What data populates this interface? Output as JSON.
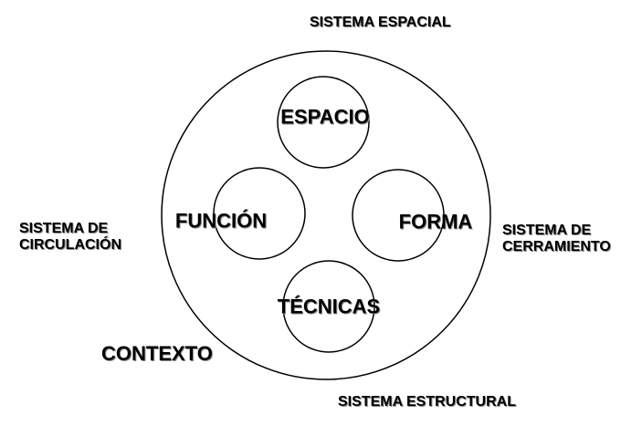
{
  "diagram": {
    "outer_label": "CONTEXTO",
    "inner_nodes": {
      "top": "ESPACIO",
      "left": "FUNCIÓN",
      "right": "FORMA",
      "bottom": "TÉCNICAS"
    },
    "systems": {
      "top": "SISTEMA ESPACIAL",
      "left_line1": "SISTEMA DE",
      "left_line2": "CIRCULACIÓN",
      "right_line1": "SISTEMA DE",
      "right_line2": "CERRAMIENTO",
      "bottom": "SISTEMA ESTRUCTURAL"
    },
    "colors": {
      "stroke": "#000000",
      "background": "#ffffff",
      "text_shadow": "#8a8a8a"
    }
  }
}
